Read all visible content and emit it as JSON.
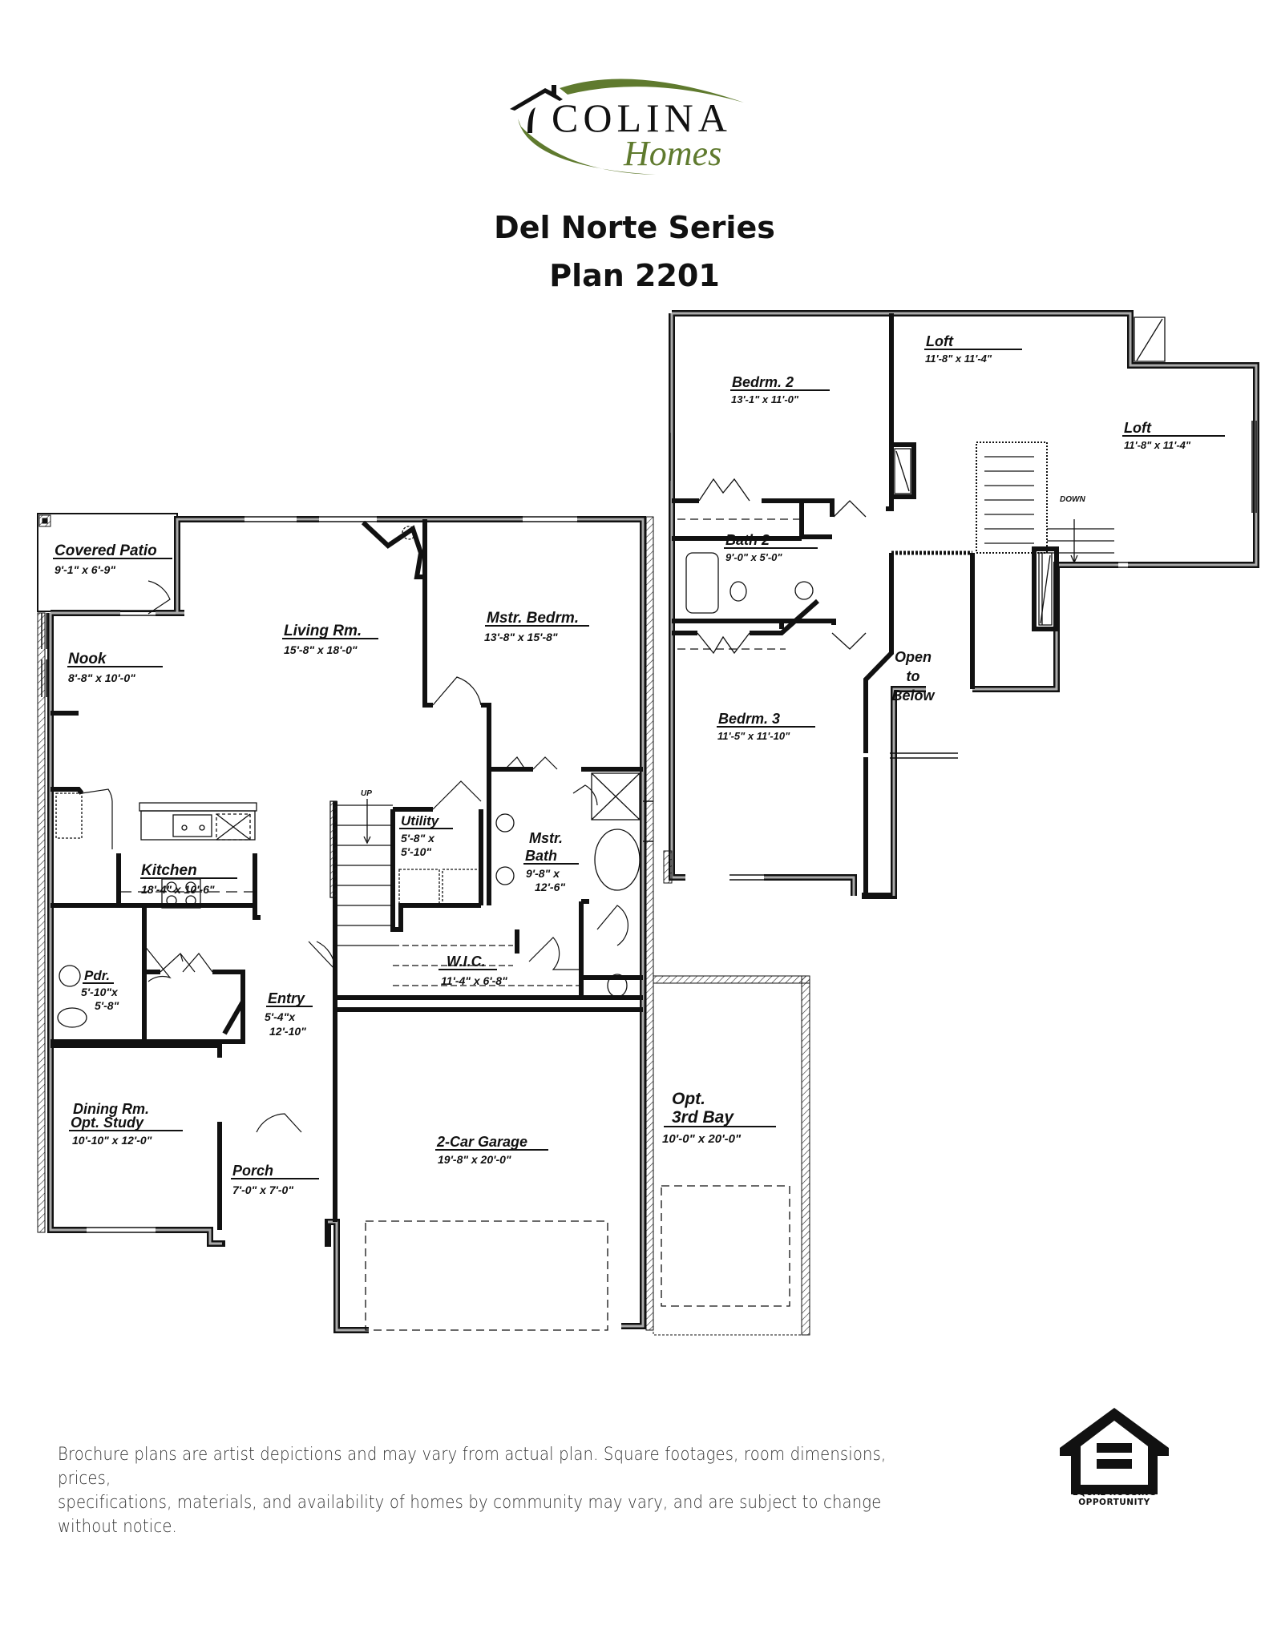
{
  "header": {
    "logo": {
      "brand": "COLINA",
      "sub": "Homes",
      "brand_color": "#111111",
      "accent_color": "#5f7a2e",
      "icon": "house-roof-icon"
    },
    "series": "Del Norte Series",
    "plan": "Plan 2201"
  },
  "first_floor": {
    "stairs_label": "UP",
    "rooms": [
      {
        "id": "covered-patio",
        "name": "Covered Patio",
        "dims": "9'-1\" x 6'-9\""
      },
      {
        "id": "nook",
        "name": "Nook",
        "dims": "8'-8\" x 10'-0\""
      },
      {
        "id": "living",
        "name": "Living Rm.",
        "dims": "15'-8\" x 18'-0\""
      },
      {
        "id": "master-bedroom",
        "name": "Mstr. Bedrm.",
        "dims": "13'-8\" x 15'-8\""
      },
      {
        "id": "kitchen",
        "name": "Kitchen",
        "dims": "18'-4\" x 10'-6\""
      },
      {
        "id": "utility",
        "name": "Utility",
        "dims_l1": "5'-8\" x",
        "dims_l2": "5'-10\""
      },
      {
        "id": "master-bath",
        "name_l1": "Mstr.",
        "name_l2": "Bath",
        "dims_l1": "9'-8\" x",
        "dims_l2": "12'-6\""
      },
      {
        "id": "wic",
        "name": "W.I.C.",
        "dims": "11'-4\" x 6'-8\""
      },
      {
        "id": "powder",
        "name": "Pdr.",
        "dims_l1": "5'-10\"x",
        "dims_l2": "5'-8\""
      },
      {
        "id": "entry",
        "name": "Entry",
        "dims_l1": "5'-4\"x",
        "dims_l2": "12'-10\""
      },
      {
        "id": "dining",
        "name_l1": "Dining Rm.",
        "name_l2": "Opt. Study",
        "dims": "10'-10\" x 12'-0\""
      },
      {
        "id": "porch",
        "name": "Porch",
        "dims": "7'-0\" x 7'-0\""
      },
      {
        "id": "garage",
        "name": "2-Car Garage",
        "dims": "19'-8\" x 20'-0\""
      },
      {
        "id": "third-bay",
        "name_l1": "Opt.",
        "name_l2": "3rd Bay",
        "dims": "10'-0\" x 20'-0\""
      }
    ]
  },
  "second_floor": {
    "stairs_label": "DOWN",
    "rooms": [
      {
        "id": "bedroom-2",
        "name": "Bedrm. 2",
        "dims": "13'-1\" x 11'-0\""
      },
      {
        "id": "loft-a",
        "name": "Loft",
        "dims": "11'-8\" x 11'-4\""
      },
      {
        "id": "loft-b",
        "name": "Loft",
        "dims": "11'-8\" x 11'-4\""
      },
      {
        "id": "bath-2",
        "name": "Bath 2",
        "dims": "9'-0\" x 5'-0\""
      },
      {
        "id": "bedroom-3",
        "name": "Bedrm. 3",
        "dims": "11'-5\" x 11'-10\""
      },
      {
        "id": "open-below",
        "l1": "Open",
        "l2": "to",
        "l3": "Below"
      }
    ]
  },
  "footer": {
    "disclaimer_l1": "Brochure plans are artist depictions and may vary from actual plan.  Square footages, room dimensions, prices,",
    "disclaimer_l2": "specifications, materials, and availability of homes by community may vary, and are subject to change without notice.",
    "eho_l1": "EQUAL HOUSING",
    "eho_l2": "OPPORTUNITY",
    "eho_icon": "equal-housing-icon"
  }
}
